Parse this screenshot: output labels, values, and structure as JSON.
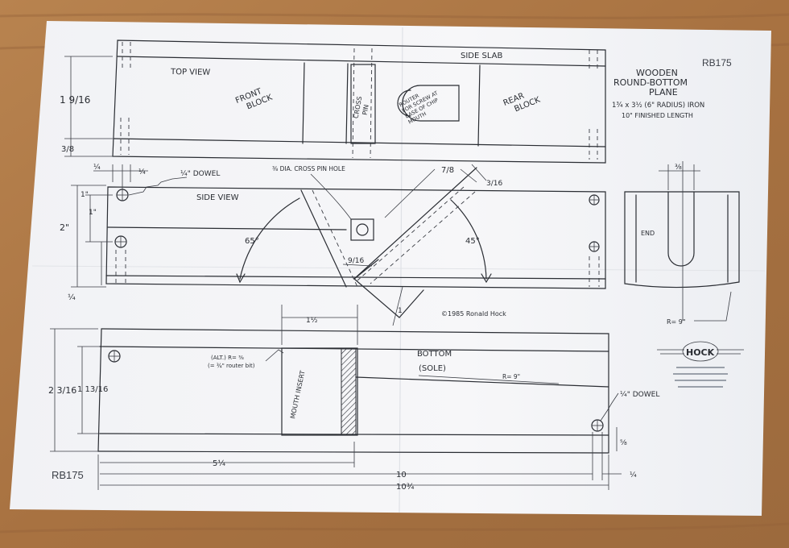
{
  "drawing": {
    "code_top": "RB175",
    "code_bottom": "RB175",
    "title_lines": [
      "WOODEN",
      "ROUND-BOTTOM",
      "PLANE"
    ],
    "spec_line1": "1¾ x 3½ (6\" RADIUS) IRON",
    "spec_line2": "10\" FINISHED LENGTH",
    "copyright": "©1985 Ronald Hock",
    "logo": "HOCK"
  },
  "top_view": {
    "title": "TOP VIEW",
    "side_slab": "SIDE SLAB",
    "front_block": [
      "FRONT",
      "BLOCK"
    ],
    "cross_pin": [
      "CROSS",
      "PIN"
    ],
    "router_note": [
      "ROUTER",
      "FOR SCREW AT",
      "BASE OF CHIP",
      "MOUTH"
    ],
    "rear_block": [
      "REAR",
      "BLOCK"
    ],
    "dim_width": "1 9/16",
    "dim_slab": "3/8"
  },
  "side_view": {
    "title": "SIDE VIEW",
    "dowel_note": "¼\" DOWEL",
    "crosspin_note": "⅜ DIA. CROSS PIN HOLE",
    "angle_front": "65°",
    "angle_rear": "45°",
    "dim_quarter_a": "¼",
    "dim_quarter_b": "¼",
    "dim_one_a": "1\"",
    "dim_height": "2\"",
    "dim_one_b": "1\"",
    "dim_bottom": "¼",
    "dim_7_8": "7/8",
    "dim_3_16": "3/16",
    "dim_9_16": "9/16",
    "dim_one_c": "1"
  },
  "end_view": {
    "label": "END",
    "dim_top": "⅜",
    "radius": "R= 9\""
  },
  "bottom_view": {
    "title": "BOTTOM",
    "subtitle": "(SOLE)",
    "radius": "R= 9\"",
    "mouth_insert": "MOUTH INSERT",
    "router_note_1": "(ALT.) R= ⅜",
    "router_note_2": "(= ¾\" router bit)",
    "dowel_note": "¼\" DOWEL",
    "dim_1_half": "1½",
    "dim_width": "2 3/16",
    "dim_inner": "1 13/16",
    "dim_5_quarter": "5¼",
    "dim_10": "10",
    "dim_10_3_4": "10¾",
    "dim_quarter": "¼",
    "dim_5_8": "⅝"
  }
}
